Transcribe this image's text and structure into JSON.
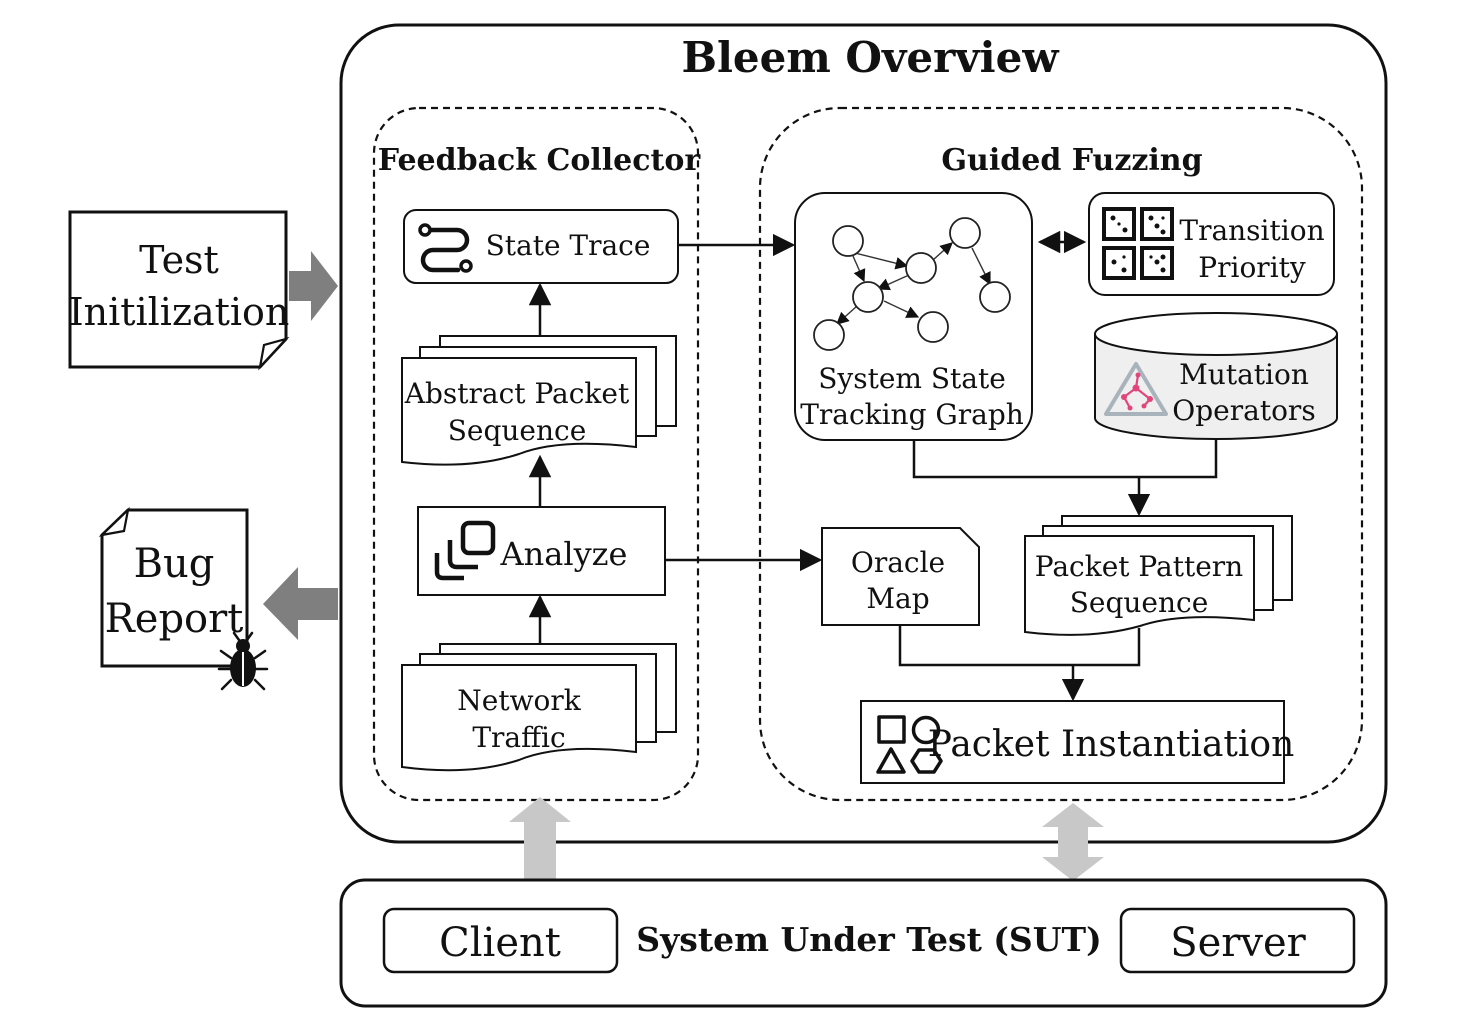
{
  "main_title": "Bleem Overview",
  "external": {
    "test_init": [
      "Test",
      "Initilization"
    ],
    "bug_report": [
      "Bug",
      "Report"
    ]
  },
  "feedback_collector": {
    "title": "Feedback Collector",
    "state_trace": "State Trace",
    "abstract_packet_sequence": [
      "Abstract Packet",
      "Sequence"
    ],
    "analyze": "Analyze",
    "network_traffic": [
      "Network",
      "Traffic"
    ]
  },
  "guided_fuzzing": {
    "title": "Guided Fuzzing",
    "state_graph": [
      "System State",
      "Tracking Graph"
    ],
    "transition_priority": [
      "Transition",
      "Priority"
    ],
    "mutation_operators": [
      "Mutation",
      "Operators"
    ],
    "oracle_map": [
      "Oracle",
      "Map"
    ],
    "packet_pattern_sequence": [
      "Packet Pattern",
      "Sequence"
    ],
    "packet_instantiation": "Packet Instantiation"
  },
  "sut": {
    "title": "System Under Test (SUT)",
    "client": "Client",
    "server": "Server"
  },
  "colors": {
    "stroke": "#111111",
    "gray_arrow": "#7f7f7f",
    "light_arrow": "#c8c8c8",
    "accent_pink": "#e0457b"
  }
}
